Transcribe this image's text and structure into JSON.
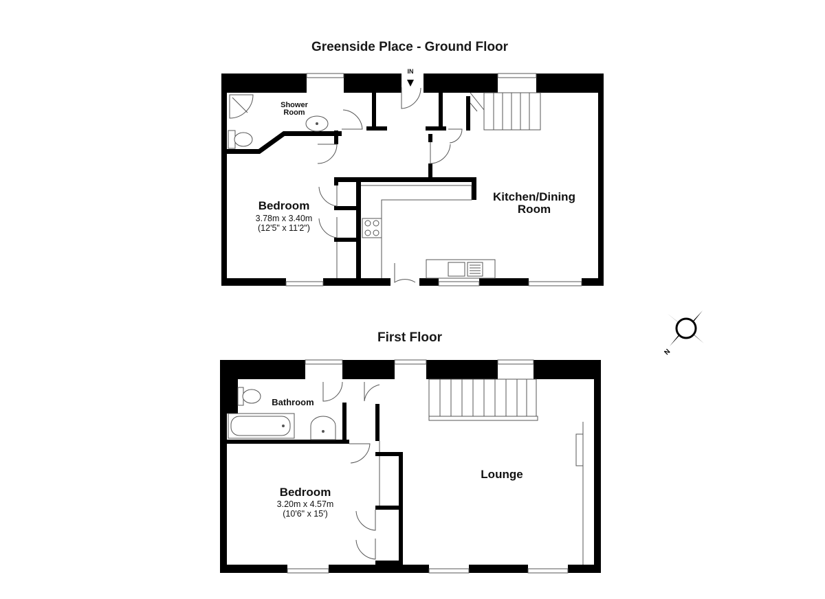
{
  "ground_floor": {
    "title": "Greenside Place - Ground Floor",
    "entry_label": "IN",
    "rooms": {
      "shower_room": [
        "Shower",
        "Room"
      ],
      "bedroom": {
        "name": "Bedroom",
        "metric": "3.78m x 3.40m",
        "imperial": "(12'5\" x 11'2\")"
      },
      "kitchen_dining": [
        "Kitchen/Dining",
        "Room"
      ]
    }
  },
  "first_floor": {
    "title": "First Floor",
    "rooms": {
      "bathroom": "Bathroom",
      "bedroom": {
        "name": "Bedroom",
        "metric": "3.20m x 4.57m",
        "imperial": "(10'6\" x 15')"
      },
      "lounge": "Lounge"
    }
  },
  "compass": {
    "icon": "compass-icon",
    "label": "N"
  },
  "colors": {
    "wall": "#000000",
    "fixture_line": "#555555",
    "background": "#ffffff"
  }
}
